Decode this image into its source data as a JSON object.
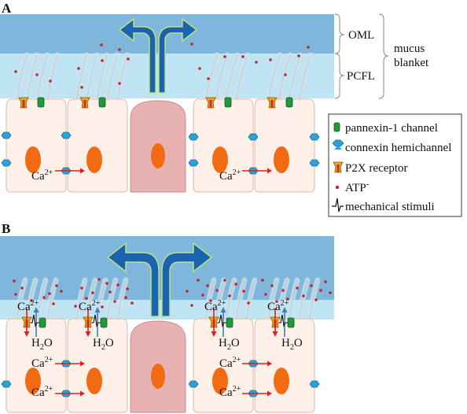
{
  "panels": [
    {
      "letter": "A",
      "layers": {
        "oml": "OML",
        "pcfl": "PCFL",
        "blanket_line1": "mucus",
        "blanket_line2": "blanket"
      },
      "ca_label": "Ca",
      "ca_sup": "2+"
    },
    {
      "letter": "B",
      "ca_label": "Ca",
      "ca_sup": "2+",
      "water_label": "H",
      "water_sub": "2",
      "water_tail": "O"
    }
  ],
  "legend": {
    "items": [
      {
        "label": "pannexin-1 channel",
        "icon": "pannexin-icon",
        "color": "#1e9a3a"
      },
      {
        "label": "connexin hemichannel",
        "icon": "connexin-icon",
        "color": "#2aa3d6"
      },
      {
        "label": "P2X receptor",
        "icon": "p2x-receptor-icon",
        "color": "#e6a51c"
      },
      {
        "label": "ATP",
        "label_sup": "-",
        "icon": "atp-dot-icon",
        "color": "#cc1f2a"
      },
      {
        "label": "mechanical stimuli",
        "icon": "mechanical-stimuli-icon",
        "color": "#111111"
      }
    ]
  },
  "colors": {
    "oml": "#7fb6dc",
    "pcfl": "#bfe5f5",
    "cell_fill": "#fdf0e8",
    "cell_stroke": "#e2b8a2",
    "goblet_fill": "#e9b2b2",
    "nucleus": "#f26b12",
    "arrow_fill": "#1a63b0",
    "arrow_stroke": "#b9e27e",
    "atp": "#cc1f2a",
    "ca_arrow": "#e0201e"
  }
}
